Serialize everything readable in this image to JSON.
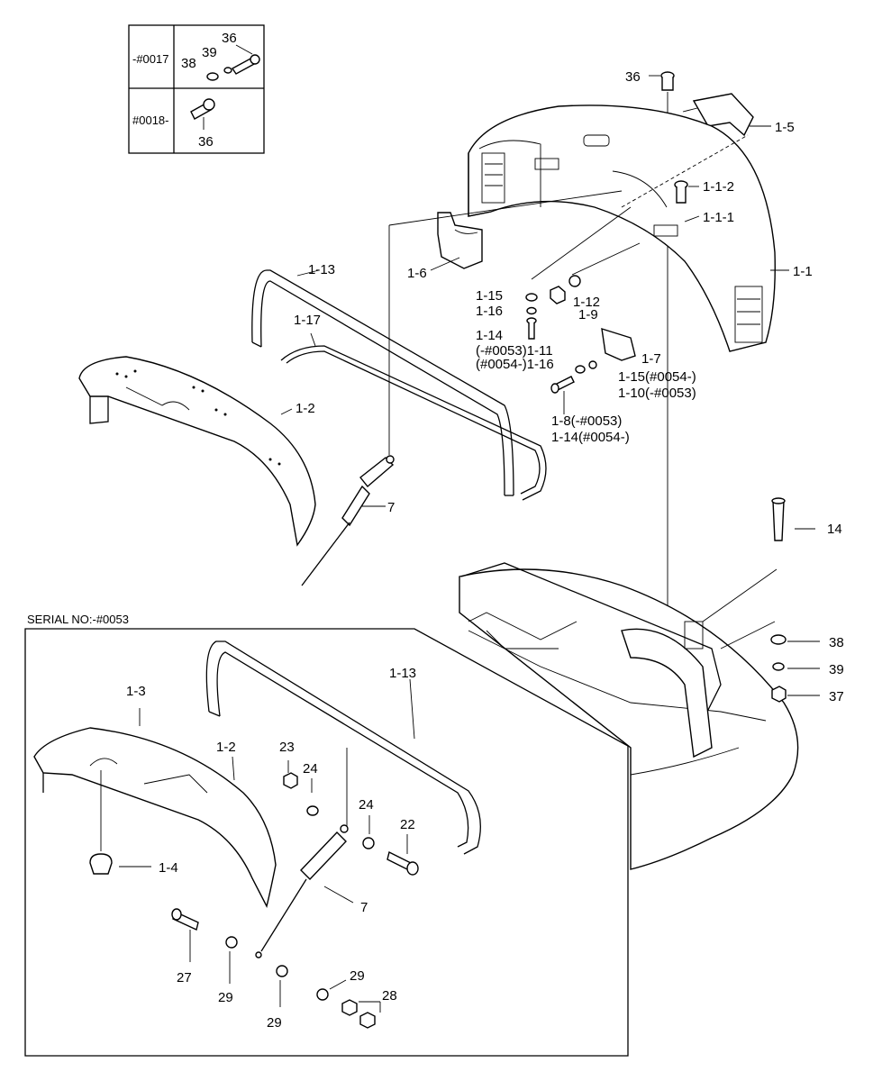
{
  "inset_table": {
    "row1_serial": "-#0017",
    "row2_serial": "#0018-",
    "row1_labels": [
      "36",
      "38",
      "39"
    ],
    "row2_label": "36"
  },
  "serial_note": "SERIAL NO:-#0053",
  "labels": {
    "p36_top": "36",
    "p1_5": "1-5",
    "p1_1_2": "1-1-2",
    "p1_1_1": "1-1-1",
    "p1_1": "1-1",
    "p1_6": "1-6",
    "p1_13_top": "1-13",
    "p1_17": "1-17",
    "p1_15": "1-15",
    "p1_12": "1-12",
    "p1_16": "1-16",
    "p1_9": "1-9",
    "p1_14": "1-14",
    "p1_11a": "(-#0053)1-11",
    "p1_11b": "(#0054-)1-16",
    "p1_7": "1-7",
    "p1_15b": "1-15(#0054-)",
    "p1_10": "1-10(-#0053)",
    "p1_8": "1-8(-#0053)",
    "p1_14b": "1-14(#0054-)",
    "p1_2_top": "1-2",
    "p7_top": "7",
    "p14": "14",
    "p38": "38",
    "p39": "39",
    "p37": "37",
    "p1_13_low": "1-13",
    "p1_3": "1-3",
    "p1_2_low": "1-2",
    "p23": "23",
    "p24a": "24",
    "p24b": "24",
    "p22": "22",
    "p1_4": "1-4",
    "p7_low": "7",
    "p27": "27",
    "p29a": "29",
    "p29b": "29",
    "p29c": "29",
    "p28": "28"
  }
}
